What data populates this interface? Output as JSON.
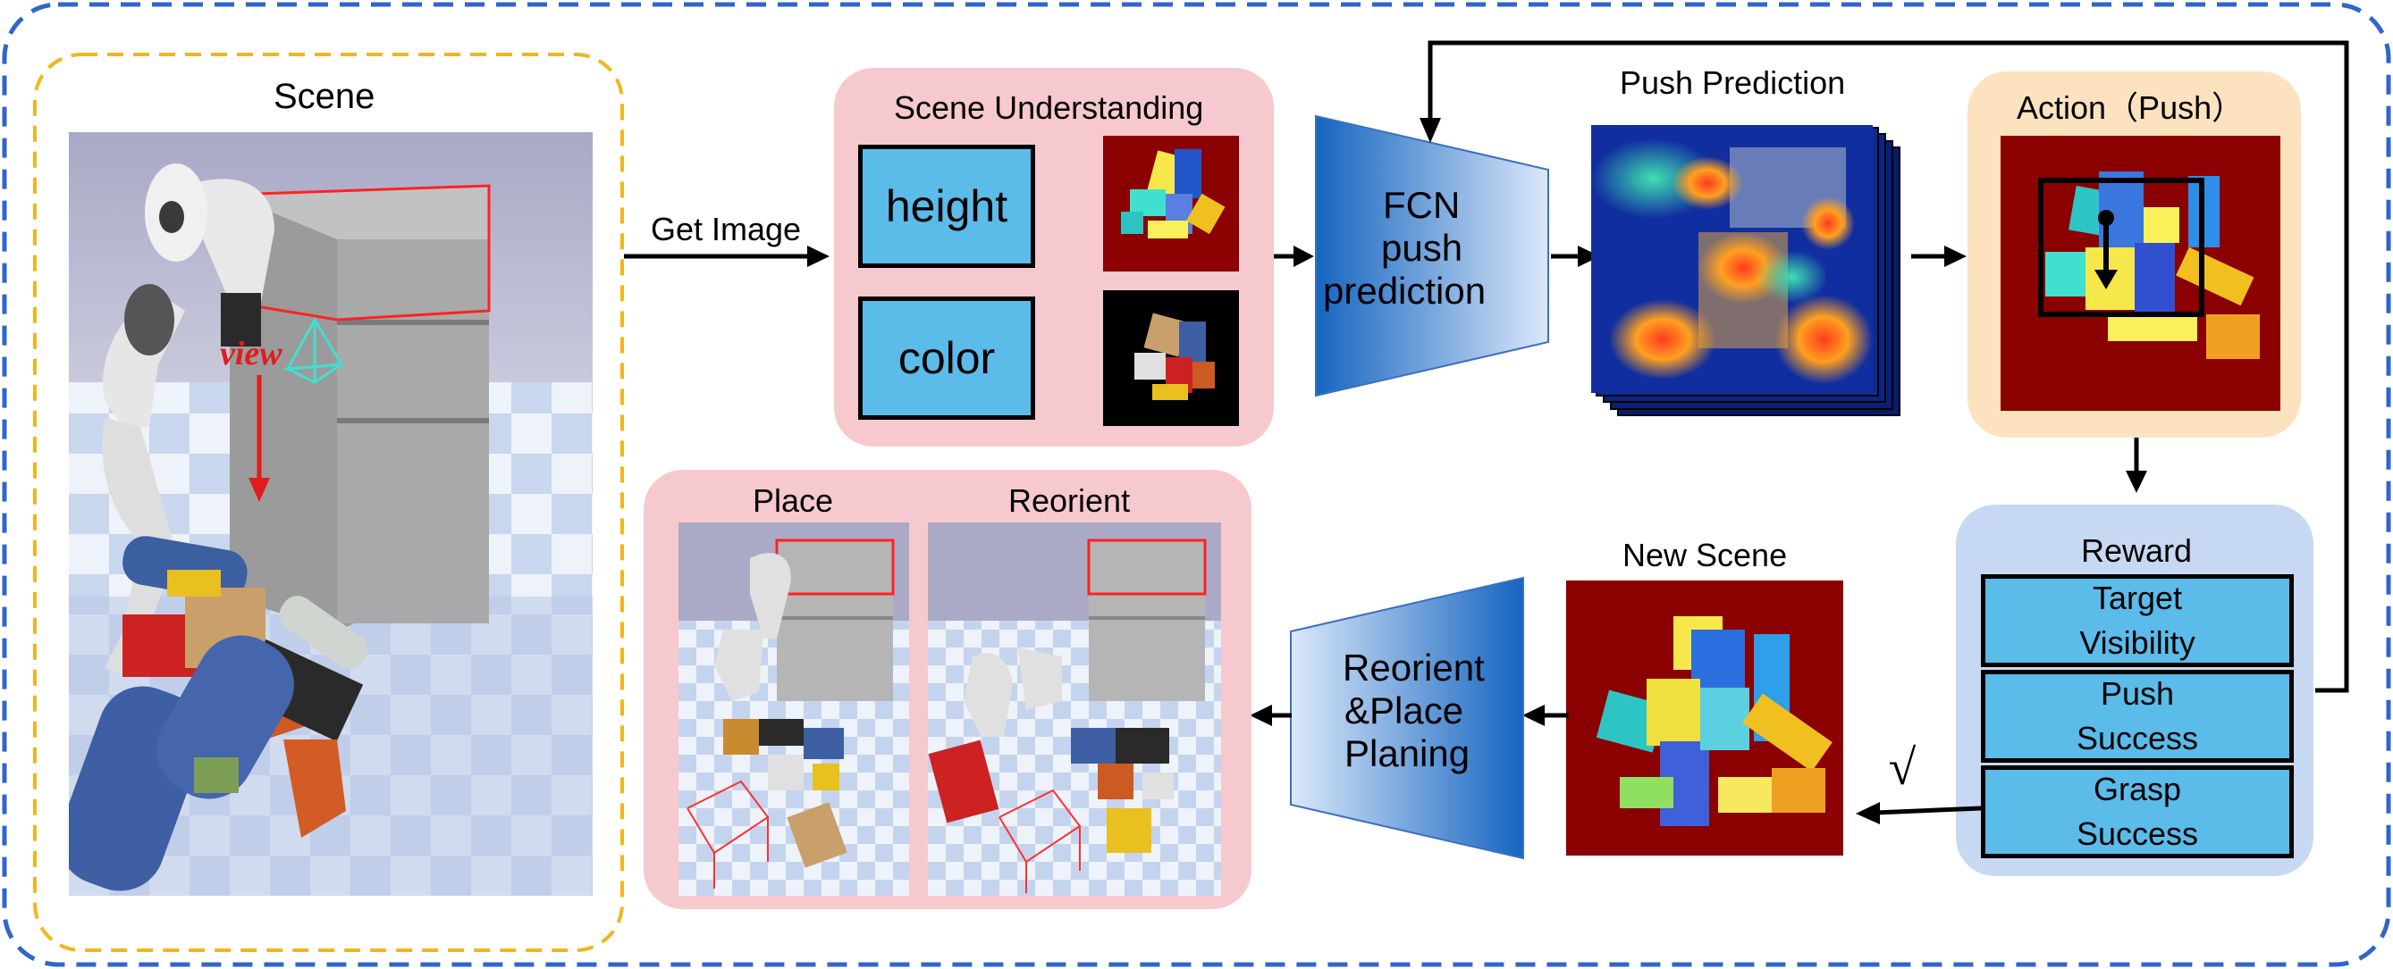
{
  "scene": {
    "title": "Scene",
    "view_label": "view"
  },
  "get_image": "Get Image",
  "scene_understanding": {
    "title": "Scene Understanding",
    "height_label": "height",
    "color_label": "color"
  },
  "fcn": {
    "line1": "FCN",
    "line2": "push",
    "line3": "prediction"
  },
  "push_prediction": {
    "title": "Push Prediction"
  },
  "action": {
    "title": "Action（Push）"
  },
  "reward": {
    "title": "Reward",
    "items": [
      {
        "line1": "Target",
        "line2": "Visibility"
      },
      {
        "line1": "Push",
        "line2": "Success"
      },
      {
        "line1": "Grasp",
        "line2": "Success"
      }
    ],
    "check": "√"
  },
  "new_scene": {
    "title": "New Scene"
  },
  "reorient_place": {
    "line1": "Reorient",
    "line2": "&Place",
    "line3": "Planing"
  },
  "result_panel": {
    "place_label": "Place",
    "reorient_label": "Reorient"
  },
  "colors": {
    "outer_border": "#2f66c9",
    "scene_border": "#f2b51c",
    "pink_panel": "#f6c9cf",
    "orange_panel": "#fde2c0",
    "blue_panel": "#c7d9f2",
    "box_blue": "#5bbbe9",
    "heatmap_bg": "#8b0000"
  }
}
